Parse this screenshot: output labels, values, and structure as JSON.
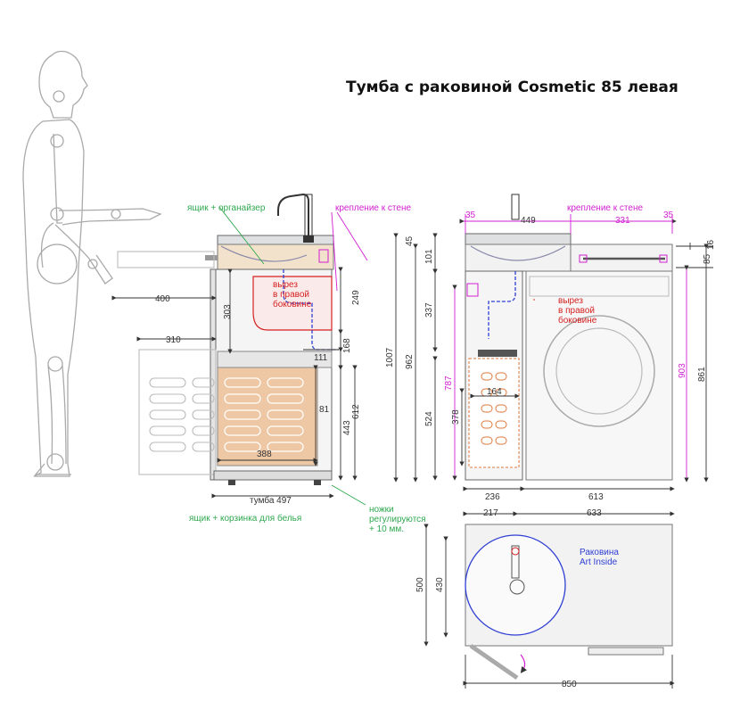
{
  "title": "Тумба с раковиной Cosmetic 85 левая",
  "colors": {
    "line": "#555555",
    "dim": "#333333",
    "green": "#2fa84f",
    "magenta": "#d21fd2",
    "red": "#d42020",
    "blue": "#1f2fd2",
    "orange": "#e0783c",
    "wood": "#e8c4a0"
  },
  "side_view": {
    "labels": {
      "drawer_organizer": "ящик + органайзер",
      "wall_mount": "крепление к стене",
      "cutout": "вырез\nв правой\nбоковине",
      "drawer_basket": "ящик + корзинка для белья",
      "legs": "ножки\nрегулируются\n+ 10 мм.",
      "cabinet": "тумба 497"
    },
    "dims": {
      "d400": "400",
      "d310": "310",
      "d303": "303",
      "d249": "249",
      "d111": "111",
      "d168": "168",
      "d81": "81",
      "d612": "612",
      "d443": "443",
      "d388": "388"
    }
  },
  "front_view": {
    "labels": {
      "wall_mount": "крепление к стене",
      "cutout": "вырез\nв правой\nбоковине"
    },
    "dims": {
      "d35a": "35",
      "d449": "449",
      "d331": "331",
      "d35b": "35",
      "d45": "45",
      "d101": "101",
      "d1007": "1007",
      "d962": "962",
      "d337": "337",
      "d787": "787",
      "d524": "524",
      "d378": "378",
      "d164": "164",
      "d16": "16",
      "d85": "85",
      "d903": "903",
      "d861": "861",
      "d236": "236",
      "d613": "613"
    }
  },
  "top_view": {
    "labels": {
      "sink": "Раковина\nArt Inside"
    },
    "dims": {
      "d217": "217",
      "d633": "633",
      "d500": "500",
      "d430": "430",
      "d850": "850"
    }
  }
}
